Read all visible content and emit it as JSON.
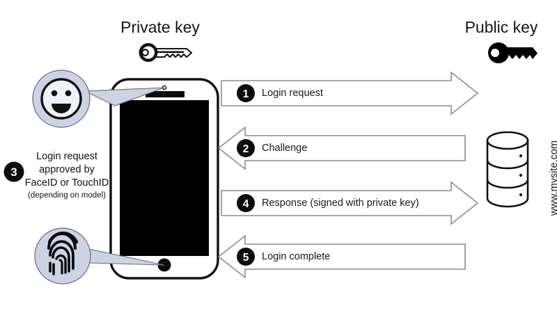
{
  "diagram": {
    "title_left": "Private key",
    "title_right": "Public key",
    "site_url": "www.mysite.com",
    "colors": {
      "background": "#ffffff",
      "callout_fill": "#ccd4e4",
      "callout_stroke": "#5f6b86",
      "badge_fill": "#0d0d0d",
      "badge_text": "#ffffff",
      "outline": "#111111",
      "arrow_stroke": "#8c8c8c",
      "screen": "#000000",
      "public_key_fill": "#000000"
    },
    "icons": {
      "private_key": "key-outline-icon",
      "public_key": "key-solid-icon",
      "face": "smiley-face-icon",
      "fingerprint": "fingerprint-icon",
      "database": "database-cylinder-icon",
      "phone": "smartphone-icon"
    }
  },
  "steps": [
    {
      "number": "1",
      "label": "Login request",
      "direction": "right"
    },
    {
      "number": "2",
      "label": "Challenge",
      "direction": "left"
    },
    {
      "number": "4",
      "label": "Response (signed with private key)",
      "direction": "right"
    },
    {
      "number": "5",
      "label": "Login complete",
      "direction": "left"
    }
  ],
  "approval_note": {
    "number": "3",
    "line1": "Login request",
    "line2": "approved by",
    "line3": "FaceID or TouchID",
    "line4": "(depending on model)"
  }
}
